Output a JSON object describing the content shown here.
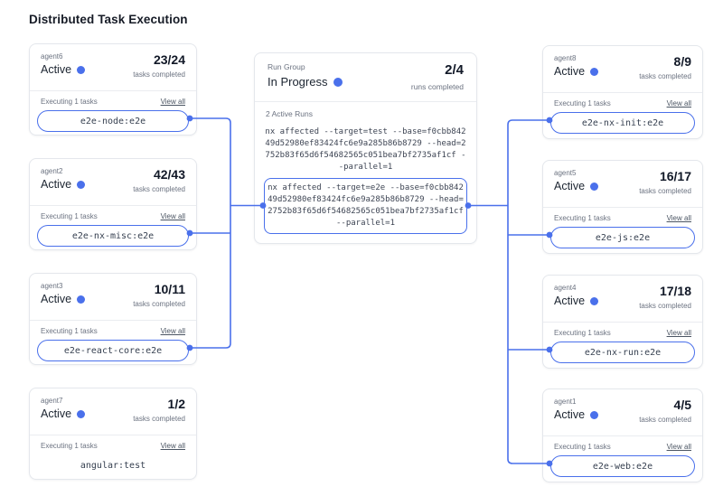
{
  "page": {
    "title": "Distributed Task Execution"
  },
  "colors": {
    "accent": "#4a70eb",
    "card_border": "#e4e7ec",
    "muted_text": "#6b7280"
  },
  "labels": {
    "tasks_completed": "tasks completed",
    "executing": "Executing 1 tasks",
    "view_all": "View all"
  },
  "left_agents": [
    {
      "name": "agent6",
      "status": "Active",
      "completed": "23/24",
      "task": "e2e-node:e2e",
      "highlighted": true
    },
    {
      "name": "agent2",
      "status": "Active",
      "completed": "42/43",
      "task": "e2e-nx-misc:e2e",
      "highlighted": true
    },
    {
      "name": "agent3",
      "status": "Active",
      "completed": "10/11",
      "task": "e2e-react-core:e2e",
      "highlighted": true
    },
    {
      "name": "agent7",
      "status": "Active",
      "completed": "1/2",
      "task": "angular:test",
      "highlighted": false
    }
  ],
  "right_agents": [
    {
      "name": "agent8",
      "status": "Active",
      "completed": "8/9",
      "task": "e2e-nx-init:e2e",
      "highlighted": true
    },
    {
      "name": "agent5",
      "status": "Active",
      "completed": "16/17",
      "task": "e2e-js:e2e",
      "highlighted": true
    },
    {
      "name": "agent4",
      "status": "Active",
      "completed": "17/18",
      "task": "e2e-nx-run:e2e",
      "highlighted": true
    },
    {
      "name": "agent1",
      "status": "Active",
      "completed": "4/5",
      "task": "e2e-web:e2e",
      "highlighted": true
    }
  ],
  "run_group": {
    "label": "Run Group",
    "status": "In Progress",
    "completed": "2/4",
    "completed_label": "runs completed",
    "active_runs_label": "2 Active Runs",
    "commands": [
      {
        "text": "nx affected --target=test --base=f0cbb84249d52980ef83424fc6e9a285b86b8729 --head=2752b83f65d6f54682565c051bea7bf2735af1cf --parallel=1",
        "highlighted": false
      },
      {
        "text": "nx affected --target=e2e --base=f0cbb84249d52980ef83424fc6e9a285b86b8729 --head=2752b83f65d6f54682565c051bea7bf2735af1cf --parallel=1",
        "highlighted": true
      }
    ]
  }
}
